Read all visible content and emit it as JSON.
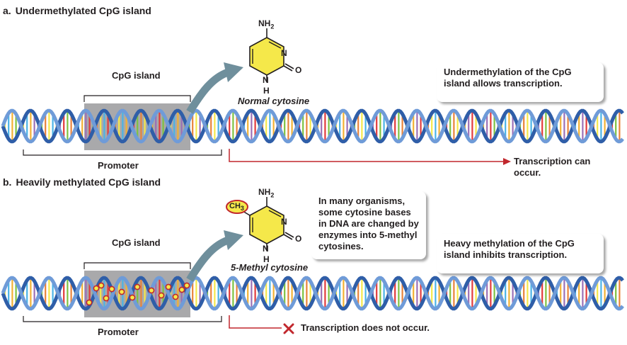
{
  "panel_a": {
    "letter": "a.",
    "title": "Undermethylated CpG island",
    "cpg_label": "CpG island",
    "promoter_label": "Promoter",
    "molecule_caption": "Normal cytosine",
    "molecule_atoms": {
      "nh2": "NH",
      "nh2_sub": "2",
      "n_ring": "N",
      "o": "O",
      "nh": "N",
      "h": "H"
    },
    "callout_text": "Undermethylation of the CpG island allows transcription.",
    "result_text": "Transcription can occur."
  },
  "panel_b": {
    "letter": "b.",
    "title": "Heavily methylated CpG island",
    "cpg_label": "CpG island",
    "promoter_label": "Promoter",
    "molecule_caption": "5-Methyl cytosine",
    "molecule_atoms": {
      "ch3": "CH",
      "ch3_sub": "3",
      "nh2": "NH",
      "nh2_sub": "2",
      "n_ring": "N",
      "o": "O",
      "nh": "N",
      "h": "H"
    },
    "info_callout_text": "In many organisms, some cytosine bases in DNA are changed by enzymes into 5-methyl cytosines.",
    "callout_text": "Heavy methylation of the CpG island inhibits transcription.",
    "result_text": "Transcription does not occur."
  },
  "colors": {
    "strand": "#2f5ea8",
    "strand_light": "#6f9bd8",
    "cpg_box": "#a9a9ab",
    "arrow": "#6f8f9c",
    "transcription_arrow": "#c1272d",
    "ring_fill": "#f5e84a",
    "methyl_highlight": "#c1272d",
    "base_colors": [
      "#e23b3b",
      "#f2b134",
      "#f5e84a",
      "#7ec242",
      "#9b6fb5",
      "#4bb3e6",
      "#e8833a"
    ]
  }
}
